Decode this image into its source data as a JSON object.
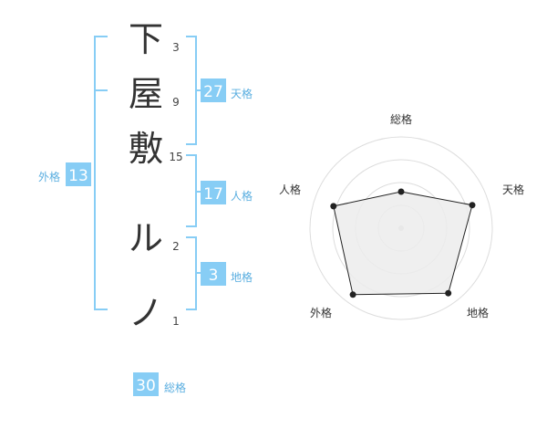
{
  "name": {
    "characters": [
      {
        "char": "下",
        "strokes": "3"
      },
      {
        "char": "屋",
        "strokes": "9"
      },
      {
        "char": "敷",
        "strokes": "15"
      },
      {
        "char": "ル",
        "strokes": "2"
      },
      {
        "char": "ノ",
        "strokes": "1"
      }
    ]
  },
  "fortune": {
    "tenkaku": {
      "label": "天格",
      "value": "27"
    },
    "jinkaku": {
      "label": "人格",
      "value": "17"
    },
    "chikaku": {
      "label": "地格",
      "value": "3"
    },
    "gaikaku": {
      "label": "外格",
      "value": "13"
    },
    "soukaku": {
      "label": "総格",
      "value": "30"
    }
  },
  "colors": {
    "accent": "#87cdf5",
    "label_text": "#5aaee0",
    "bracket": "#87cdf5",
    "radar_fill": "#ececec",
    "radar_line": "#222222"
  },
  "chart_data": {
    "type": "radar",
    "axes": [
      "総格",
      "天格",
      "地格",
      "外格",
      "人格"
    ],
    "values": [
      0.4,
      0.82,
      0.88,
      0.9,
      0.78
    ],
    "rings": 4,
    "range": [
      0,
      1
    ]
  }
}
